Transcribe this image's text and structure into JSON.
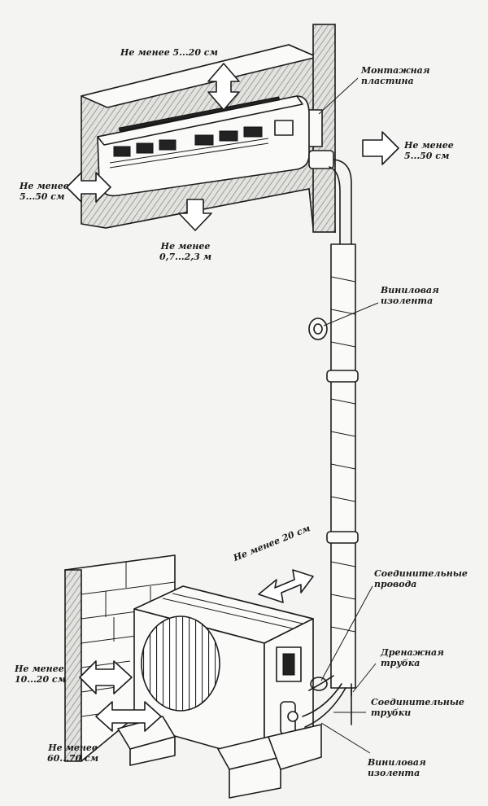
{
  "labels": {
    "top_clearance": "Не менее 5...20 см",
    "mounting_plate": [
      "Монтажная",
      "пластина"
    ],
    "right_clearance": [
      "Не менее",
      "5...50 см"
    ],
    "left_clearance": [
      "Не менее",
      "5...50 см"
    ],
    "floor_clearance": [
      "Не менее",
      "0,7...2,3 м"
    ],
    "vinyl_tape_top": [
      "Виниловая",
      "изолента"
    ],
    "outdoor_rear": "Не менее 20 см",
    "connecting_wires": [
      "Соединительные",
      "провода"
    ],
    "drain_tube": [
      "Дренажная",
      "трубка"
    ],
    "connecting_tubes": [
      "Соединительные",
      "трубки"
    ],
    "outdoor_side": [
      "Не менее",
      "10...20 см"
    ],
    "outdoor_front": [
      "Не менее",
      "60...70 см"
    ],
    "vinyl_tape_bottom": [
      "Виниловая",
      "изолента"
    ]
  }
}
